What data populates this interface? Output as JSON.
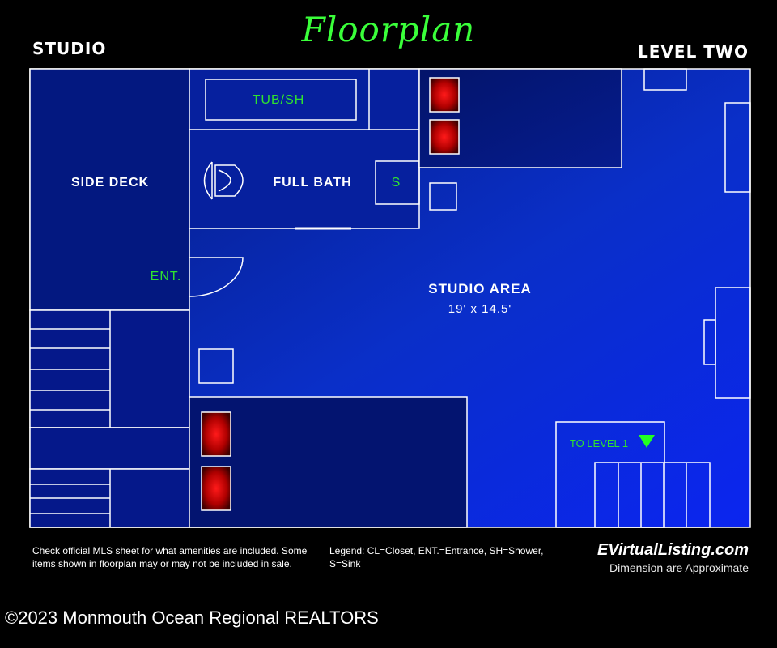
{
  "header": {
    "title": "Floorplan",
    "left_label": "STUDIO",
    "right_label": "LEVEL TWO"
  },
  "rooms": {
    "side_deck": "SIDE DECK",
    "full_bath": "FULL BATH",
    "tub": "TUB/SH",
    "sink": "S",
    "entrance": "ENT.",
    "studio_area": "STUDIO AREA",
    "studio_dims": "19' x 14.5'",
    "to_level": "TO LEVEL 1"
  },
  "colors": {
    "wall": "#ffffff",
    "label_green": "#2fe22f",
    "heater_red": "#e00000"
  },
  "footer": {
    "disclaimer_line1": "Check official MLS sheet for what amenities are included. Some",
    "disclaimer_line2": "items shown in floorplan may or may not be included in sale.",
    "legend_line1": "Legend: CL=Closet, ENT.=Entrance, SH=Shower,",
    "legend_line2": "S=Sink",
    "site": "EVirtualListing.com",
    "approx": "Dimension are Approximate"
  },
  "copyright": "©2023 Monmouth Ocean Regional REALTORS"
}
